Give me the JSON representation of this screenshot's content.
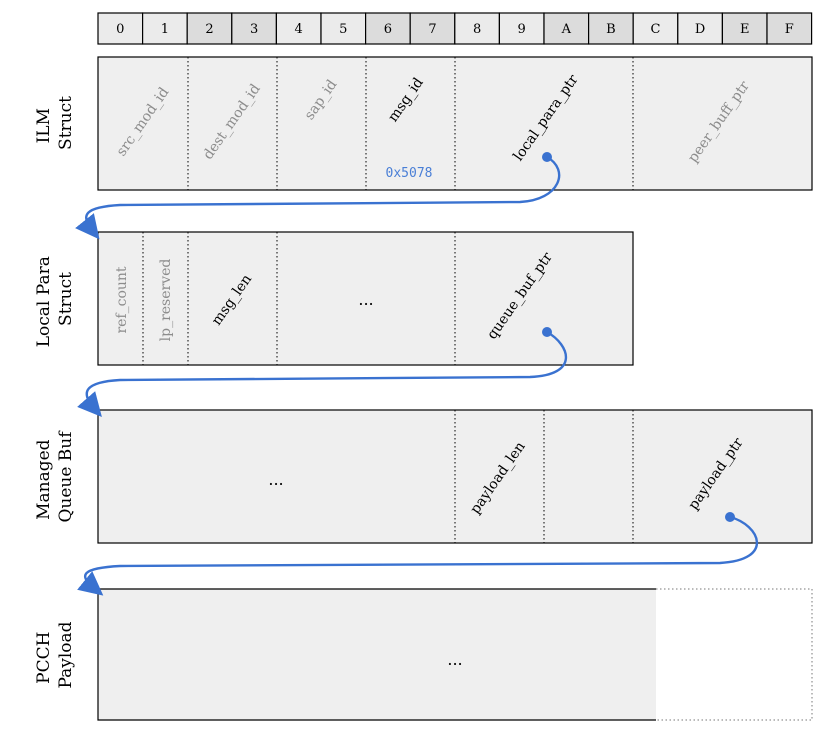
{
  "hex_header": [
    "0",
    "1",
    "2",
    "3",
    "4",
    "5",
    "6",
    "7",
    "8",
    "9",
    "A",
    "B",
    "C",
    "D",
    "E",
    "F"
  ],
  "rows": {
    "ilm": {
      "label_line1": "ILM",
      "label_line2": "Struct",
      "fields": {
        "src_mod_id": "src_mod_id",
        "dest_mod_id": "dest_mod_id",
        "sap_id": "sap_id",
        "msg_id": "msg_id",
        "local_para_ptr": "local_para_ptr",
        "peer_buff_ptr": "peer_buff_ptr"
      },
      "msg_id_value": "0x5078"
    },
    "local_para": {
      "label_line1": "Local Para",
      "label_line2": "Struct",
      "fields": {
        "ref_count": "ref_count",
        "lp_reserved": "lp_reserved",
        "msg_len": "msg_len",
        "ellipsis": "...",
        "queue_buf_ptr": "queue_buf_ptr"
      }
    },
    "managed_queue": {
      "label_line1": "Managed",
      "label_line2": "Queue Buf",
      "fields": {
        "ellipsis": "...",
        "payload_len": "payload_len",
        "payload_ptr": "payload_ptr"
      }
    },
    "pcch": {
      "label_line1": "PCCH",
      "label_line2": "Payload",
      "fields": {
        "ellipsis": "..."
      }
    }
  },
  "colors": {
    "pointer": "#3a72d0",
    "value": "#4a7fd6",
    "muted_text": "#8c8c8c"
  }
}
